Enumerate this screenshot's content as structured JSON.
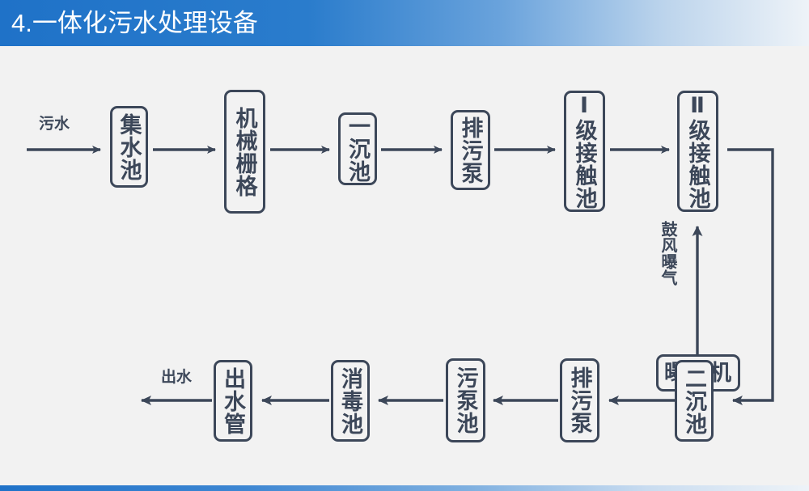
{
  "title_bar": {
    "heading": "4.一体化污水处理设备",
    "accent_color": "#1f72c8",
    "text_color": "#ffffff"
  },
  "canvas": {
    "background_color": "#f2f2f2",
    "line_color": "#3c4759"
  },
  "diagram": {
    "type": "flowchart",
    "orientation": "serpentine: top row left-to-right, bottom row right-to-left",
    "inlet_label": "污水",
    "outlet_label": "出水",
    "aeration_label": "鼓风曝气",
    "nodes": [
      {
        "id": "collect-tank",
        "label": "集水池",
        "row": "top",
        "orient": "vertical"
      },
      {
        "id": "mechanical-grille",
        "label": "机械栅格",
        "row": "top",
        "orient": "vertical"
      },
      {
        "id": "primary-settler",
        "label": "一沉池",
        "row": "top",
        "orient": "vertical"
      },
      {
        "id": "sewage-pump-1",
        "label": "排污泵",
        "row": "top",
        "orient": "vertical"
      },
      {
        "id": "contact-tank-1",
        "label": "Ⅰ级接触池",
        "row": "top",
        "orient": "vertical"
      },
      {
        "id": "contact-tank-2",
        "label": "Ⅱ级接触池",
        "row": "top",
        "orient": "vertical"
      },
      {
        "id": "aerator",
        "label": "曝气机",
        "row": "middle",
        "orient": "horizontal"
      },
      {
        "id": "secondary-settler",
        "label": "二沉池",
        "row": "bottom",
        "orient": "vertical"
      },
      {
        "id": "sewage-pump-2",
        "label": "排污泵",
        "row": "bottom",
        "orient": "vertical"
      },
      {
        "id": "sludge-pump-tank",
        "label": "污泵池",
        "row": "bottom",
        "orient": "vertical"
      },
      {
        "id": "disinfection-tank",
        "label": "消毒池",
        "row": "bottom",
        "orient": "vertical"
      },
      {
        "id": "outlet-pipe",
        "label": "出水管",
        "row": "bottom",
        "orient": "vertical"
      }
    ],
    "edges": [
      {
        "from": "inlet",
        "to": "collect-tank"
      },
      {
        "from": "collect-tank",
        "to": "mechanical-grille"
      },
      {
        "from": "mechanical-grille",
        "to": "primary-settler"
      },
      {
        "from": "primary-settler",
        "to": "sewage-pump-1"
      },
      {
        "from": "sewage-pump-1",
        "to": "contact-tank-1"
      },
      {
        "from": "contact-tank-1",
        "to": "contact-tank-2"
      },
      {
        "from": "contact-tank-2",
        "to": "secondary-settler"
      },
      {
        "from": "aerator",
        "to": "contact-tank-2",
        "label": "鼓风曝气"
      },
      {
        "from": "secondary-settler",
        "to": "sewage-pump-2"
      },
      {
        "from": "sewage-pump-2",
        "to": "sludge-pump-tank"
      },
      {
        "from": "sludge-pump-tank",
        "to": "disinfection-tank"
      },
      {
        "from": "disinfection-tank",
        "to": "outlet-pipe"
      },
      {
        "from": "outlet-pipe",
        "to": "outlet"
      }
    ]
  }
}
